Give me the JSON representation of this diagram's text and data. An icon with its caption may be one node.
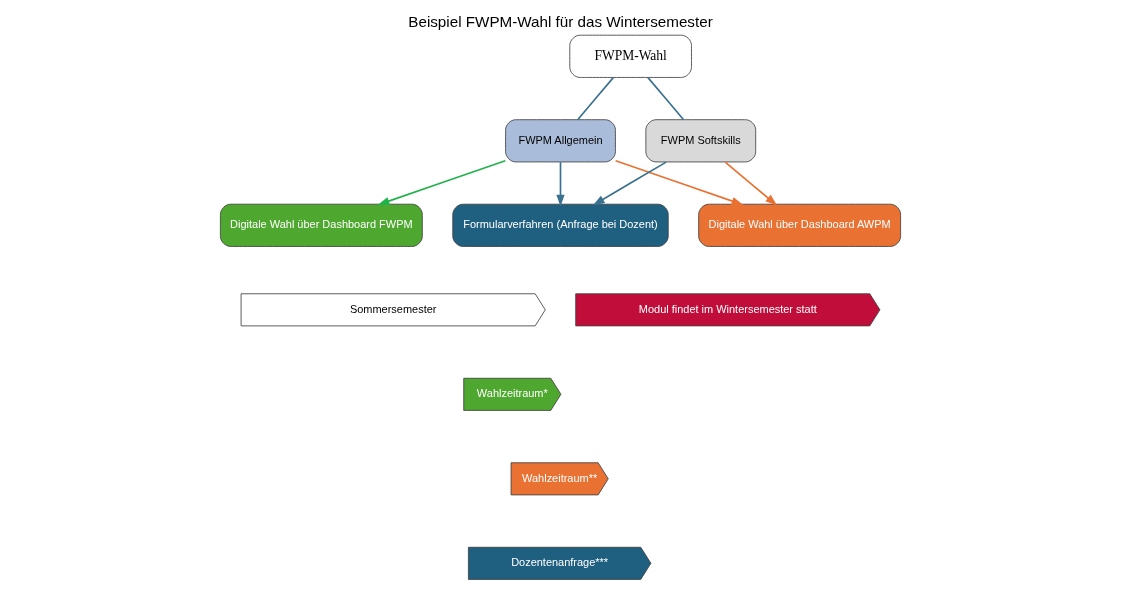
{
  "diagram": {
    "title": "Beispiel FWPM-Wahl für das Wintersemester",
    "nodes": [
      {
        "text": [
          "FWPM-Wahl"
        ]
      },
      {
        "text": [
          "FWPM Allgemein"
        ]
      },
      {
        "text": [
          "FWPM Softskills"
        ]
      },
      {
        "text": [
          "Digitale Wahl über Dashboard FWPM"
        ]
      },
      {
        "text": [
          "Digitale Wahl über Dashboard AWPM"
        ]
      },
      {
        "text": [
          "Formularverfahren (Anfrage bei Dozent)"
        ]
      },
      {
        "text": [
          "Sommersemester"
        ]
      },
      {
        "text": [
          "Modul findet im Wintersemester statt"
        ]
      },
      {
        "text": [
          "Wahlzeitraum*"
        ]
      },
      {
        "text": [
          "Wahlzeitraum**"
        ]
      },
      {
        "text": [
          "Dozentenanfrage***"
        ]
      }
    ],
    "edges": [
      {
        "from": 0,
        "to": 1,
        "arrow": "none"
      },
      {
        "from": 0,
        "to": 2,
        "arrow": "none"
      },
      {
        "from": 1,
        "to": 3,
        "arrow": "to",
        "color": "#22b24c"
      },
      {
        "from": 1,
        "to": 4,
        "arrow": "to",
        "color": "#e97132"
      },
      {
        "from": 1,
        "to": 5,
        "arrow": "to"
      },
      {
        "from": 2,
        "to": 4,
        "arrow": "to",
        "color": "#e97132"
      },
      {
        "from": 2,
        "to": 5,
        "arrow": "to"
      }
    ]
  }
}
